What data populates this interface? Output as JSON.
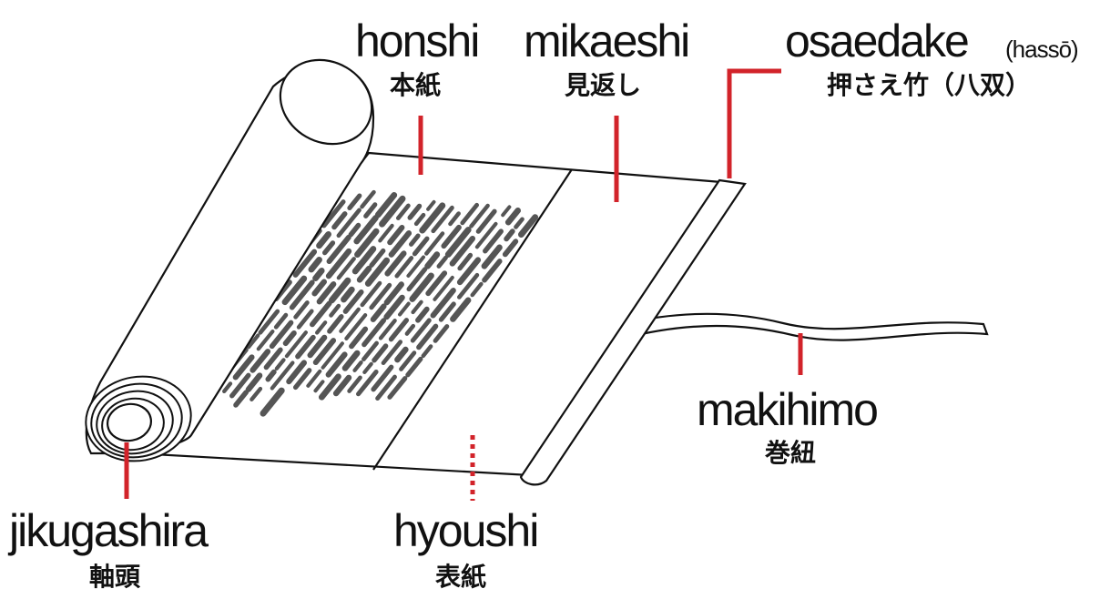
{
  "colors": {
    "leader": "#d2232a",
    "ink": "#111111",
    "text_marks": "#555555"
  },
  "labels": {
    "honshi": {
      "romaji": "honshi",
      "kanji": "本紙"
    },
    "mikaeshi": {
      "romaji": "mikaeshi",
      "kanji": "見返し"
    },
    "osaedake": {
      "romaji": "osaedake",
      "sub": "(hassō)",
      "kanji": "押さえ竹（八双）"
    },
    "makihimo": {
      "romaji": "makihimo",
      "kanji": "巻紐"
    },
    "jikugashira": {
      "romaji": "jikugashira",
      "kanji": "軸頭"
    },
    "hyoushi": {
      "romaji": "hyoushi",
      "kanji": "表紙"
    }
  }
}
